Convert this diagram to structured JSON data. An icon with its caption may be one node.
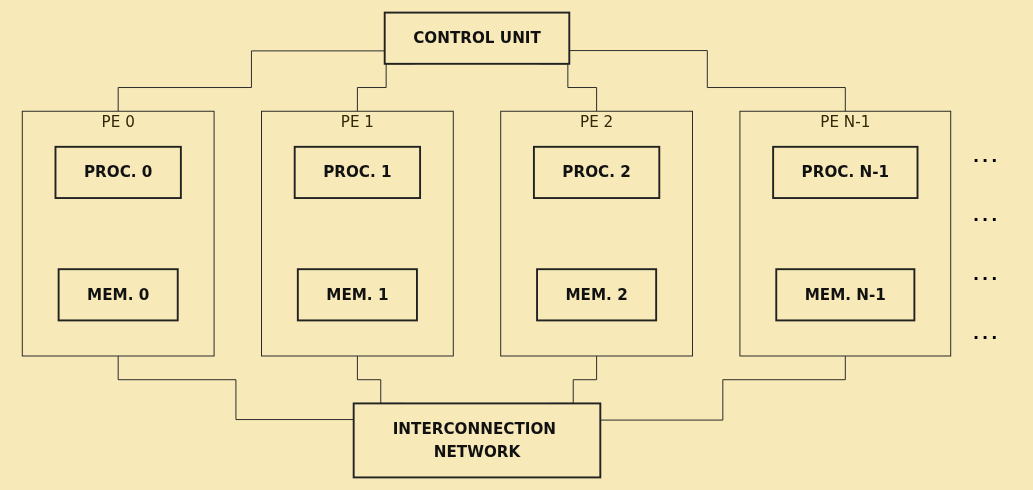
{
  "diagram": {
    "nodes": [
      {
        "text": [
          "CONTROL UNIT"
        ]
      },
      {
        "text": [
          "PE 0"
        ]
      },
      {
        "text": [
          "PROC. 0"
        ],
        "in": 1
      },
      {
        "text": [
          "MEM. 0"
        ],
        "in": 1
      },
      {
        "text": [
          "PE 1"
        ]
      },
      {
        "text": [
          "PROC. 1"
        ],
        "in": 4
      },
      {
        "text": [
          "MEM. 1"
        ],
        "in": 4
      },
      {
        "text": [
          "PE 2"
        ]
      },
      {
        "text": [
          "PROC. 2"
        ],
        "in": 7
      },
      {
        "text": [
          "MEM. 2"
        ],
        "in": 7
      },
      {
        "text": [
          "PE N-1"
        ]
      },
      {
        "text": [
          "PROC. N-1"
        ],
        "in": 10
      },
      {
        "text": [
          "MEM. N-1"
        ],
        "in": 10
      },
      {
        "text": [
          "INTERCONNECTION NETWORK"
        ]
      }
    ],
    "edges": [
      {
        "from": 0,
        "to": 1,
        "arrow": "none"
      },
      {
        "from": 0,
        "to": 4,
        "arrow": "none"
      },
      {
        "from": 0,
        "to": 7,
        "arrow": "none"
      },
      {
        "from": 0,
        "to": 10,
        "arrow": "none"
      },
      {
        "from": 1,
        "to": 13,
        "arrow": "none"
      },
      {
        "from": 4,
        "to": 13,
        "arrow": "none"
      },
      {
        "from": 7,
        "to": 13,
        "arrow": "none"
      },
      {
        "from": 10,
        "to": 13,
        "arrow": "none"
      }
    ],
    "labels": [
      "...",
      "...",
      "...",
      "..."
    ]
  }
}
